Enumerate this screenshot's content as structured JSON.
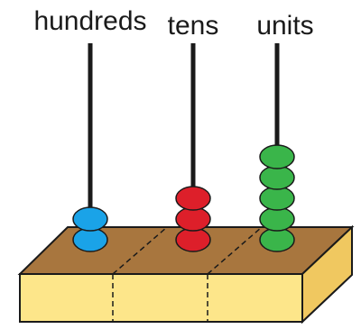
{
  "rods": [
    {
      "id": "hundreds",
      "label": "hundreds",
      "beads": 2,
      "color": "#1aa3e8"
    },
    {
      "id": "tens",
      "label": "tens",
      "beads": 3,
      "color": "#dd1f2a"
    },
    {
      "id": "units",
      "label": "units",
      "beads": 5,
      "color": "#3ab54a"
    }
  ],
  "colors": {
    "base_top": "#a8763e",
    "base_front": "#fde68a",
    "base_side": "#f0c860",
    "outline": "#1a1a1a",
    "rod": "#1a1a1a"
  }
}
